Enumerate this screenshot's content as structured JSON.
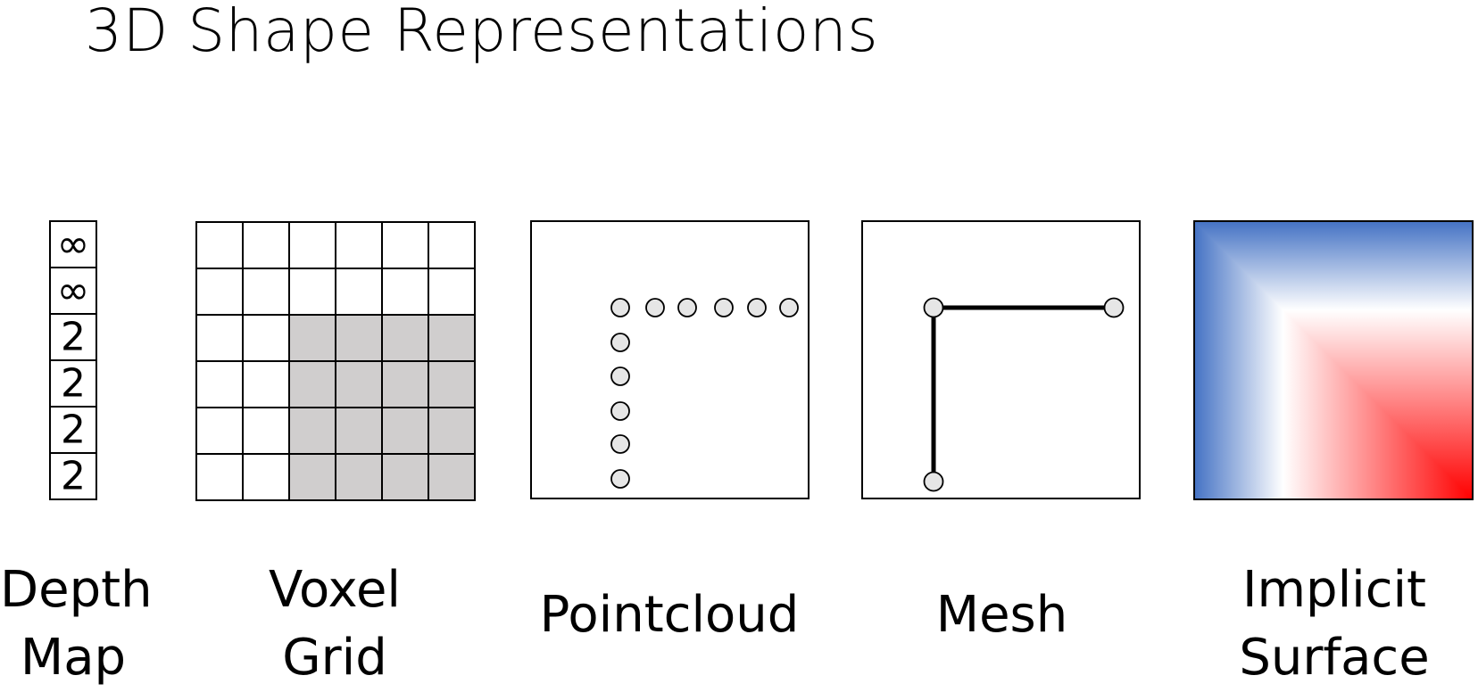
{
  "title": "3D Shape Representations",
  "depth_map": {
    "label_line1": "Depth",
    "label_line2": "Map",
    "values": [
      "∞",
      "∞",
      "2",
      "2",
      "2",
      "2"
    ]
  },
  "voxel_grid": {
    "label_line1": "Voxel",
    "label_line2": "Grid",
    "filled_color": "#d0cece"
  },
  "pointcloud": {
    "label": "Pointcloud",
    "point_color": "#e6e6e6"
  },
  "mesh": {
    "label": "Mesh",
    "vertex_color": "#e6e6e6"
  },
  "implicit_surface": {
    "label_line1": "Implicit",
    "label_line2": "Surface",
    "inside_color": "#4472c4",
    "boundary_color": "#ffffff",
    "outside_color": "#ff0000"
  }
}
